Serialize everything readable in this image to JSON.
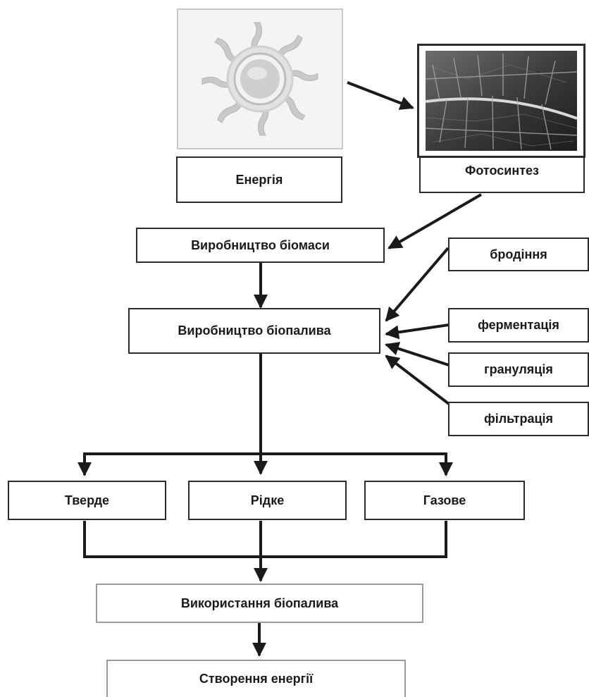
{
  "boxes": {
    "energy": "Енергія",
    "photosynthesis": "Фотосинтез",
    "biomass_production": "Виробництво біомаси",
    "biofuel_production": "Виробництво біопалива",
    "fermenting": "бродіння",
    "fermentation": "ферментація",
    "granulation": "грануляція",
    "filtration": "фільтрація",
    "solid": "Тверде",
    "liquid": "Рідке",
    "gas": "Газове",
    "biofuel_use": "Використання біопалива",
    "energy_creation": "Створення енергії"
  },
  "images": {
    "sun": "sun-icon",
    "leaf": "leaf-photo"
  },
  "colors": {
    "line": "#1a1a1a",
    "box_border": "#2b2b2b",
    "grey_border": "#9a9a9a"
  }
}
